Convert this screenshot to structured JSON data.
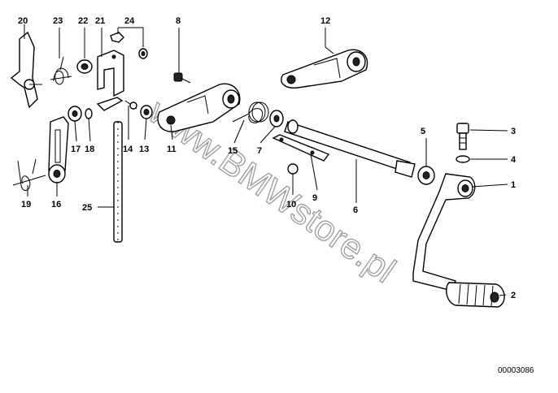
{
  "diagram": {
    "watermark": "www.BMWstore.pl",
    "drawing_number": "00003086",
    "callouts": [
      {
        "id": "c1",
        "text": "1"
      },
      {
        "id": "c2",
        "text": "2"
      },
      {
        "id": "c3",
        "text": "3"
      },
      {
        "id": "c4",
        "text": "4"
      },
      {
        "id": "c5",
        "text": "5"
      },
      {
        "id": "c6",
        "text": "6"
      },
      {
        "id": "c7",
        "text": "7"
      },
      {
        "id": "c8",
        "text": "8"
      },
      {
        "id": "c9",
        "text": "9"
      },
      {
        "id": "c10",
        "text": "10"
      },
      {
        "id": "c11",
        "text": "11"
      },
      {
        "id": "c12",
        "text": "12"
      },
      {
        "id": "c13",
        "text": "13"
      },
      {
        "id": "c14",
        "text": "14"
      },
      {
        "id": "c15",
        "text": "15"
      },
      {
        "id": "c16",
        "text": "16"
      },
      {
        "id": "c17",
        "text": "17"
      },
      {
        "id": "c18",
        "text": "18"
      },
      {
        "id": "c19",
        "text": "19"
      },
      {
        "id": "c20",
        "text": "20"
      },
      {
        "id": "c21",
        "text": "21"
      },
      {
        "id": "c22",
        "text": "22"
      },
      {
        "id": "c23",
        "text": "23"
      },
      {
        "id": "c24",
        "text": "24"
      },
      {
        "id": "c25",
        "text": "25"
      }
    ]
  }
}
